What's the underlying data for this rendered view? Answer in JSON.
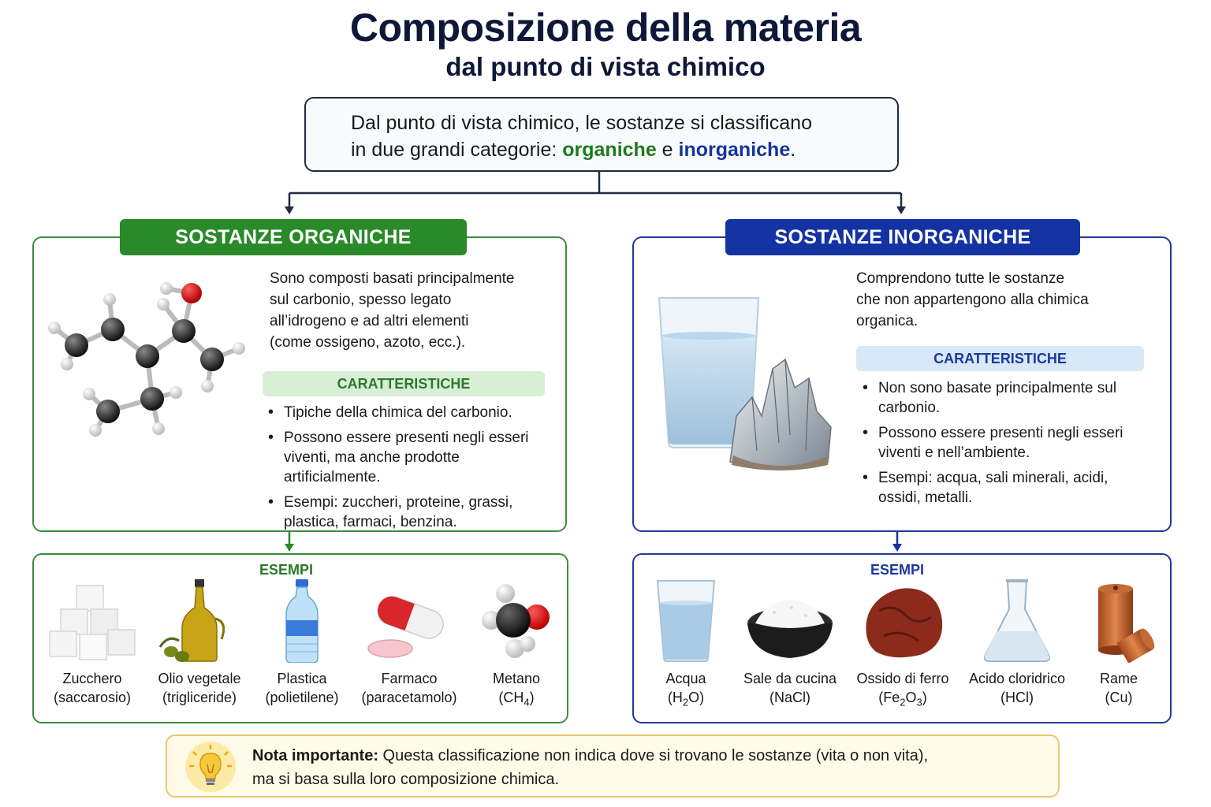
{
  "header": {
    "title": "Composizione della materia",
    "subtitle": "dal punto di vista chimico"
  },
  "intro": {
    "line1": "Dal punto di vista chimico, le sostanze si classificano",
    "line2_prefix": "in due grandi categorie: ",
    "organic": "organiche",
    "conj": " e ",
    "inorganic": "inorganiche",
    "end": "."
  },
  "organic": {
    "banner": "SOSTANZE ORGANICHE",
    "image_icon": "molecule-icon",
    "desc": [
      "Sono composti basati principalmente",
      "sul carbonio, spesso legato",
      "all’idrogeno e ad altri elementi",
      "(come ossigeno, azoto, ecc.)."
    ],
    "char_label": "CARATTERISTICHE",
    "bullets": [
      "Tipiche della chimica del carbonio.",
      "Possono essere presenti negli esseri viventi, ma anche prodotte artificialmente.",
      "Esempi: zuccheri, proteine, grassi, plastica, farmaci, benzina."
    ],
    "examples_title": "ESEMPI",
    "examples": [
      {
        "name": "Zucchero",
        "sub": "(saccarosio)",
        "icon": "sugar-cubes-icon"
      },
      {
        "name": "Olio vegetale",
        "sub": "(trigliceride)",
        "icon": "oil-bottle-icon"
      },
      {
        "name": "Plastica",
        "sub": "(polietilene)",
        "icon": "plastic-bottle-icon"
      },
      {
        "name": "Farmaco",
        "sub": "(paracetamolo)",
        "icon": "pill-icon"
      },
      {
        "name": "Metano",
        "sub_prefix": "(CH",
        "sub_index": "4",
        "sub_suffix": ")",
        "icon": "methane-molecule-icon"
      }
    ]
  },
  "inorganic": {
    "banner": "SOSTANZE INORGANICHE",
    "image_icon": "water-glass-crystal-icon",
    "desc": [
      "Comprendono tutte le sostanze",
      "che non appartengono alla chimica",
      "organica."
    ],
    "char_label": "CARATTERISTICHE",
    "bullets": [
      "Non sono basate principalmente sul carbonio.",
      "Possono essere presenti negli esseri viventi e nell’ambiente.",
      "Esempi: acqua, sali minerali, acidi, ossidi, metalli."
    ],
    "examples_title": "ESEMPI",
    "examples": [
      {
        "name": "Acqua",
        "sub_prefix": "(H",
        "sub_index": "2",
        "sub_suffix": "O)",
        "icon": "water-glass-icon"
      },
      {
        "name": "Sale da cucina",
        "sub": "(NaCl)",
        "icon": "salt-bowl-icon"
      },
      {
        "name": "Ossido di ferro",
        "sub_prefix": "(Fe",
        "sub_index": "2",
        "sub_mid": "O",
        "sub_index2": "3",
        "sub_suffix": ")",
        "icon": "iron-oxide-rock-icon"
      },
      {
        "name": "Acido cloridrico",
        "sub": "(HCl)",
        "icon": "flask-icon"
      },
      {
        "name": "Rame",
        "sub": "(Cu)",
        "icon": "copper-cylinder-icon"
      }
    ]
  },
  "note": {
    "icon": "lightbulb-icon",
    "bold": "Nota importante:",
    "line1": " Questa classificazione non indica dove si trovano le sostanze (vita o non vita),",
    "line2": "ma si basa sulla loro composizione chimica."
  },
  "colors": {
    "title": "#0d1738",
    "organic_green": "#2a8a2a",
    "inorganic_blue": "#1433a3",
    "note_border": "#e8c872"
  }
}
